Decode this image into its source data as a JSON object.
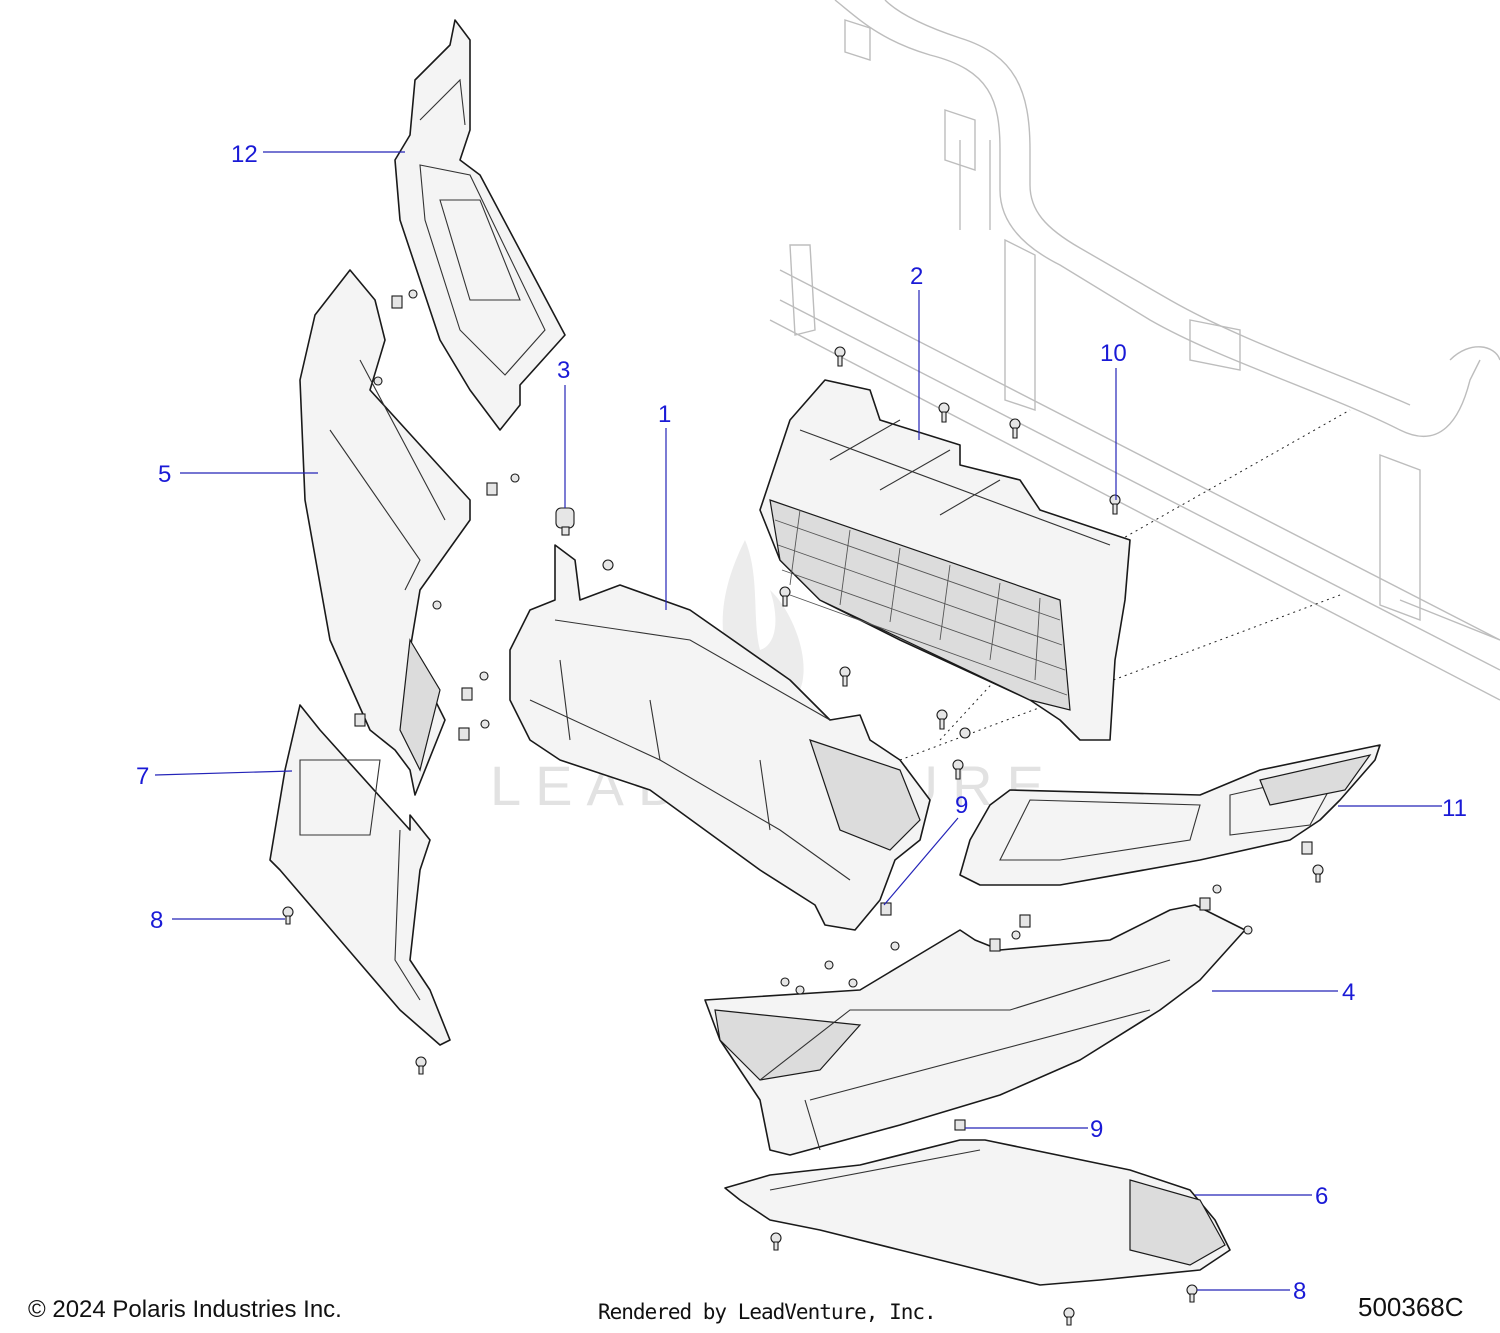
{
  "diagram": {
    "callouts": {
      "c1": "1",
      "c2": "2",
      "c3": "3",
      "c4": "4",
      "c5": "5",
      "c6": "6",
      "c7": "7",
      "c8a": "8",
      "c8b": "8",
      "c9a": "9",
      "c9b": "9",
      "c10": "10",
      "c11": "11",
      "c12": "12"
    },
    "watermark": "LEADVENTURE"
  },
  "footer": {
    "copyright": "© 2024 Polaris Industries Inc.",
    "rendered_by": "Rendered by LeadVenture, Inc.",
    "diagram_id": "500368C"
  },
  "colors": {
    "callout": "#1a1ad6",
    "leader": "#2424b8",
    "outline": "#1a1a1a",
    "frame": "#bdbdbd"
  }
}
